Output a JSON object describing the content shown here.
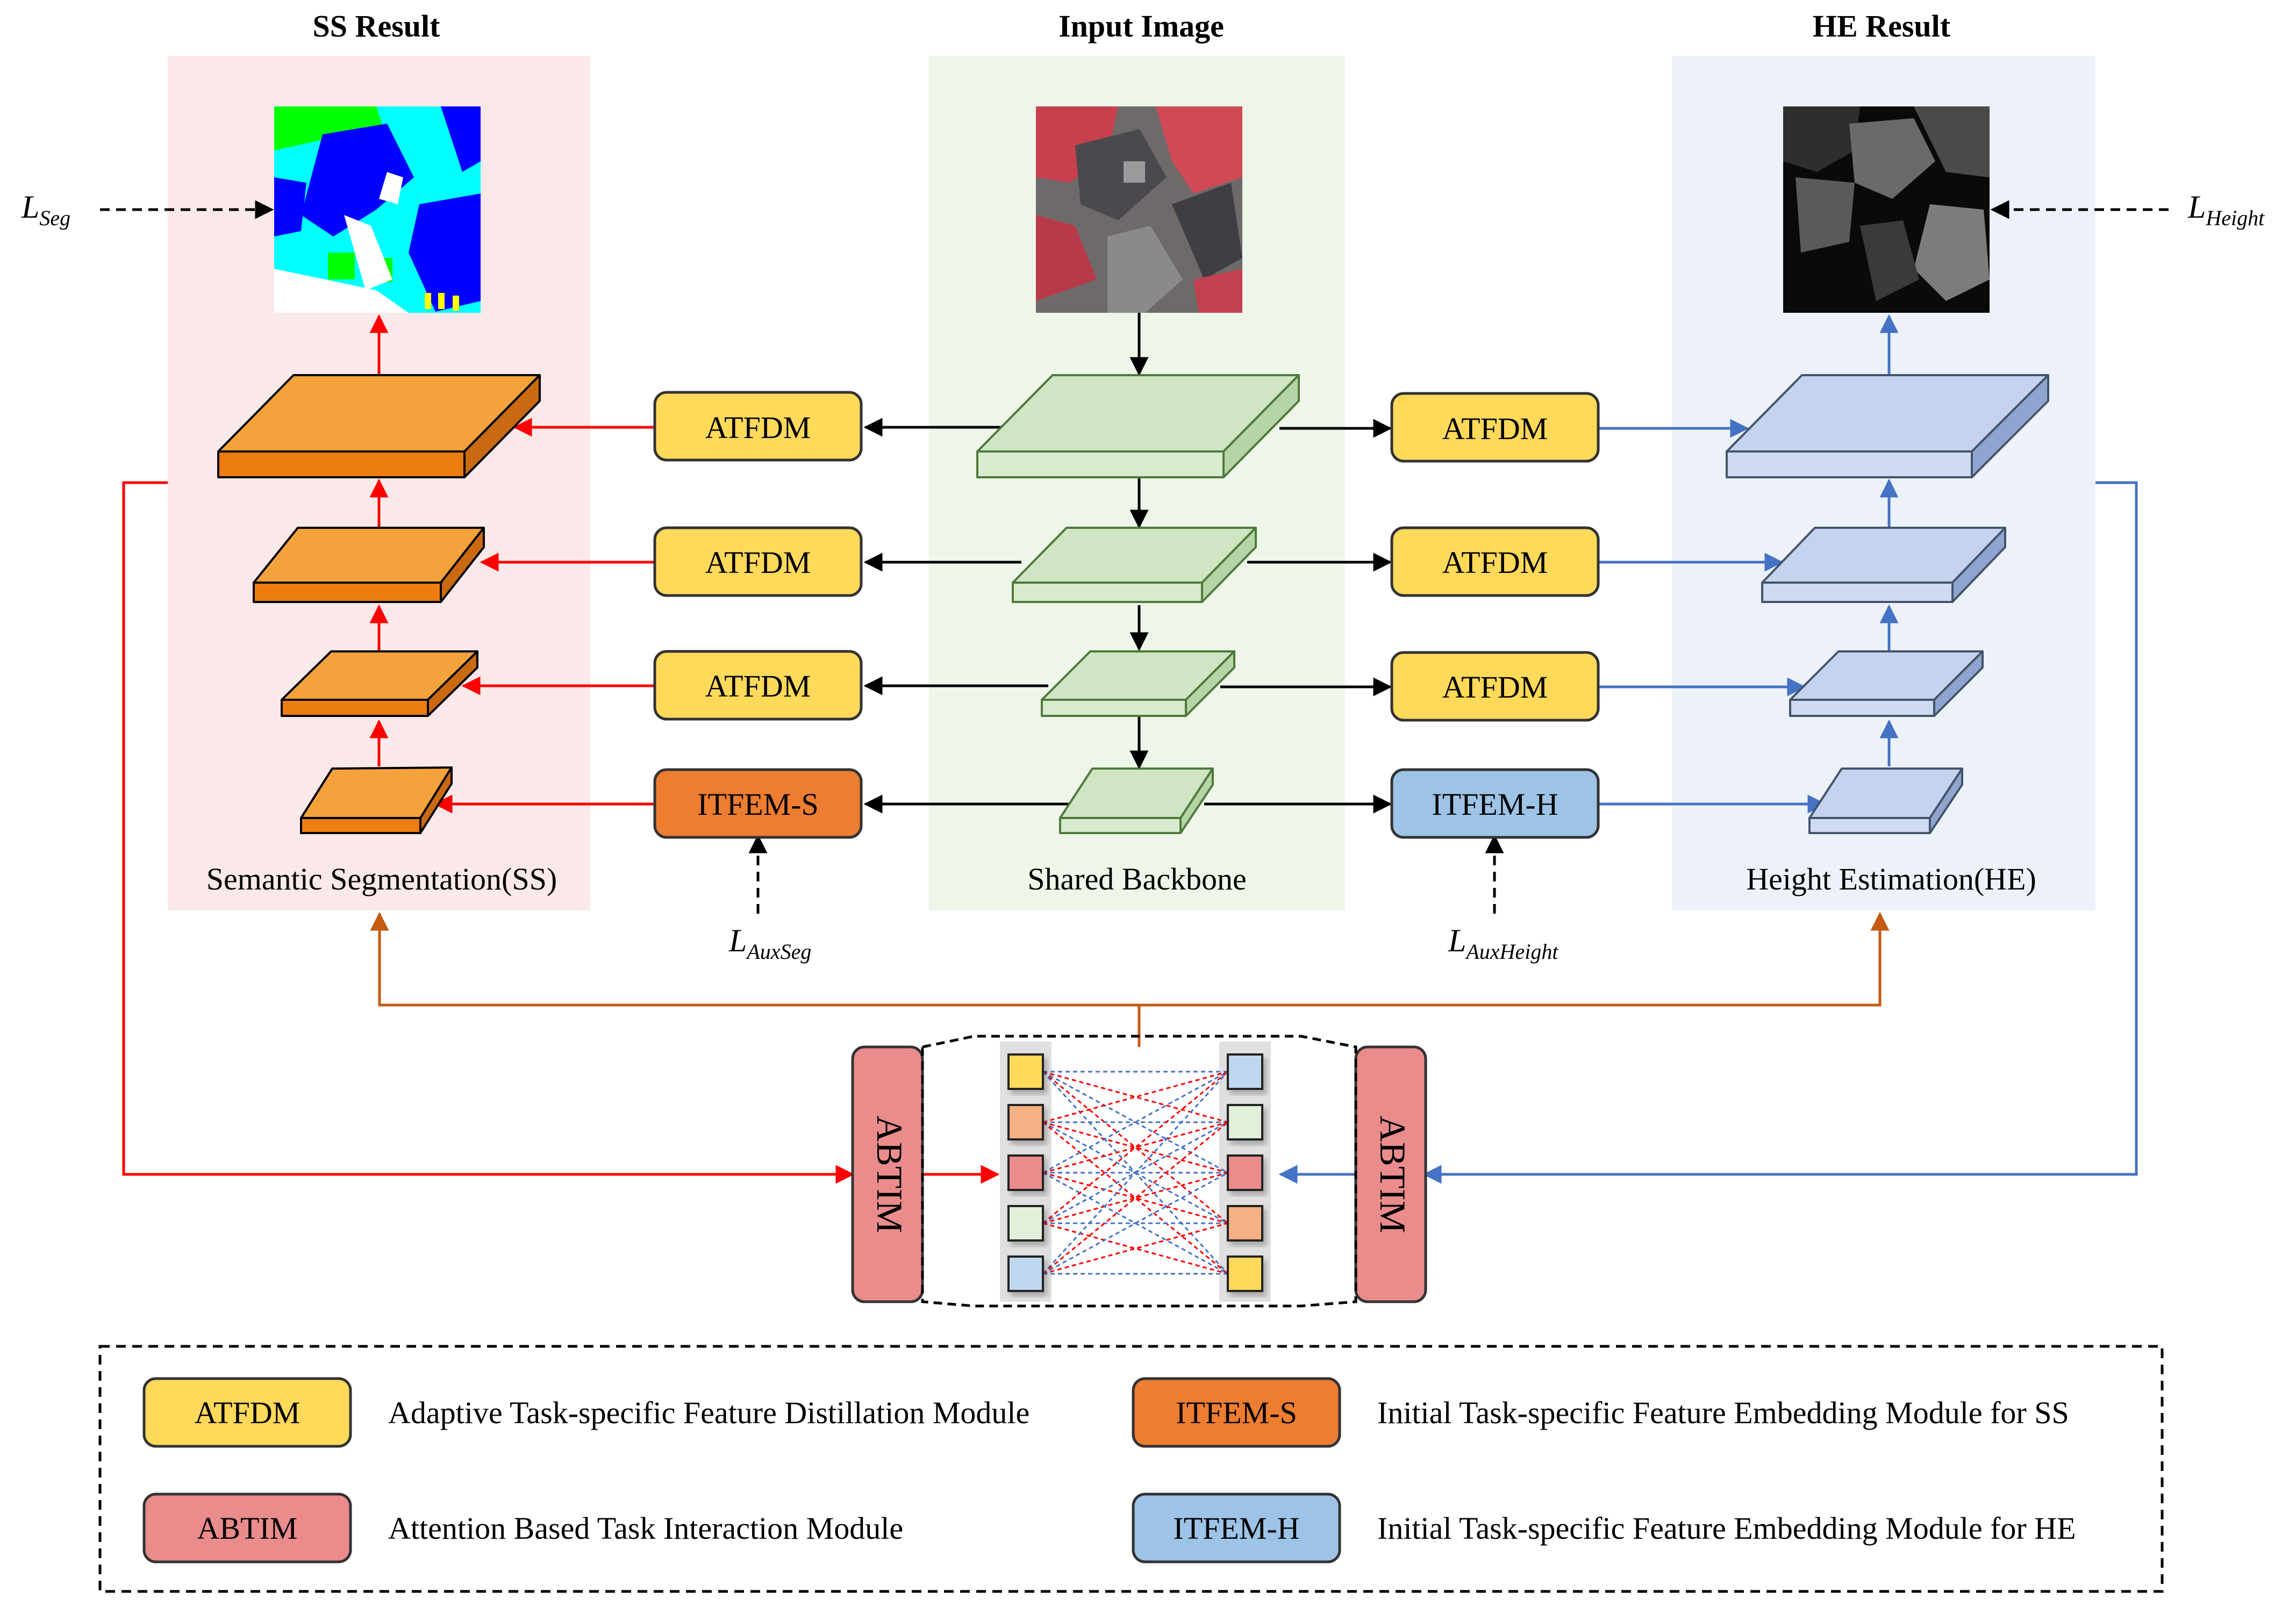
{
  "titles": {
    "ss_result": "SS Result",
    "input_image": "Input Image",
    "he_result": "HE Result"
  },
  "panels": {
    "ss": "Semantic Segmentation(SS)",
    "backbone": "Shared Backbone",
    "he": "Height Estimation(HE)"
  },
  "modules": {
    "atfdm": "ATFDM",
    "itfem_s": "ITFEM-S",
    "itfem_h": "ITFEM-H",
    "abtim": "ABTIM"
  },
  "losses": {
    "seg": {
      "base": "L",
      "sub": "Seg"
    },
    "height": {
      "base": "L",
      "sub": "Height"
    },
    "aux_seg": {
      "base": "L",
      "sub": "AuxSeg"
    },
    "aux_height": {
      "base": "L",
      "sub": "AuxHeight"
    }
  },
  "legend": [
    {
      "label": "ATFDM",
      "text": "Adaptive Task-specific Feature Distillation Module",
      "color": "#FFD95A"
    },
    {
      "label": "ITFEM-S",
      "text": "Initial Task-specific Feature Embedding Module for SS",
      "color": "#ED7D31"
    },
    {
      "label": "ABTIM",
      "text": "Attention Based Task Interaction Module",
      "color": "#EA8C8C"
    },
    {
      "label": "ITFEM-H",
      "text": "Initial Task-specific Feature Embedding Module for HE",
      "color": "#9DC3E6"
    }
  ],
  "colors": {
    "ss_panel": "#FBE9E9",
    "backbone_panel": "#EEF5E9",
    "he_panel": "#EDF2FA",
    "ss_block": "#F4A33C",
    "backbone_block": "#CFE5C4",
    "he_block": "#C5D3EE",
    "atfdm": "#FFD95A",
    "itfem_s": "#ED7D31",
    "itfem_h": "#9DC3E6",
    "abtim": "#EA8C8C",
    "red_arrow": "#FF0000",
    "blue_arrow": "#4472C4",
    "orange_arrow": "#C55A11"
  },
  "abtim_tokens": {
    "left": [
      "#FFD95A",
      "#F4B183",
      "#EA8C8C",
      "#E2F0D9",
      "#BDD7EE"
    ],
    "right": [
      "#BDD7EE",
      "#E2F0D9",
      "#EA8C8C",
      "#F4B183",
      "#FFD95A"
    ]
  }
}
